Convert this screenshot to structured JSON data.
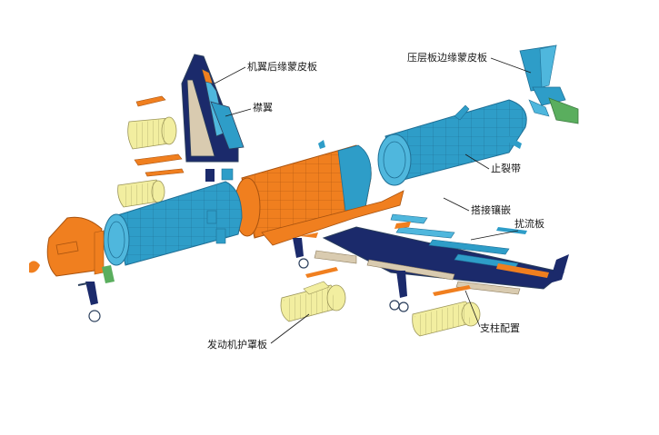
{
  "diagram": {
    "labels": {
      "trailing_edge_skin": "机翼后缘蒙皮板",
      "flaps": "襟翼",
      "laminate_edge_skin": "压层板边缘蒙皮板",
      "crack_stopper": "止裂带",
      "lap_splice": "搭接镶嵌",
      "spoiler": "扰流板",
      "engine_cowling": "发动机护罩板",
      "strut_config": "支柱配置"
    },
    "colors": {
      "orange": "#F07F1F",
      "blue": "#2E9DC8",
      "light_blue": "#4FB7DD",
      "navy": "#1B2A6B",
      "cream": "#F2EEA0",
      "tan": "#D9CBB0",
      "green": "#5AAE5E",
      "outline": "#2B3F5C"
    }
  }
}
